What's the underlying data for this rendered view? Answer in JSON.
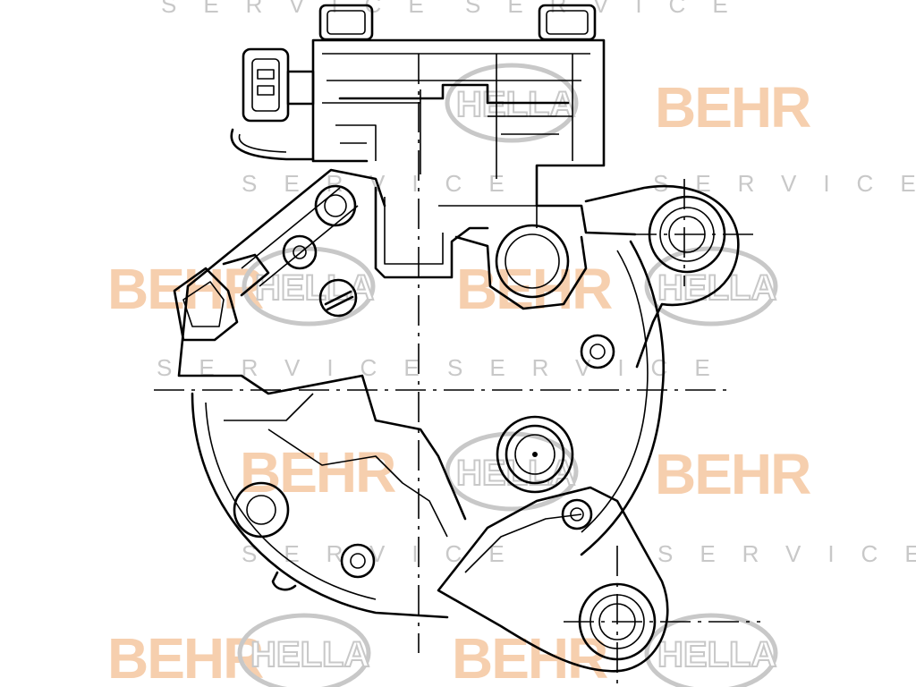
{
  "watermarks": {
    "service_text": "SERVICE",
    "behr_text": "BEHR",
    "hella_text": "HELLA",
    "behr_color": "#f6cfae",
    "hella_color": "#c8c8c8"
  },
  "drawing": {
    "subject": "air-conditioning compressor rear view line drawing",
    "line_color": "#000000",
    "background": "#ffffff"
  }
}
